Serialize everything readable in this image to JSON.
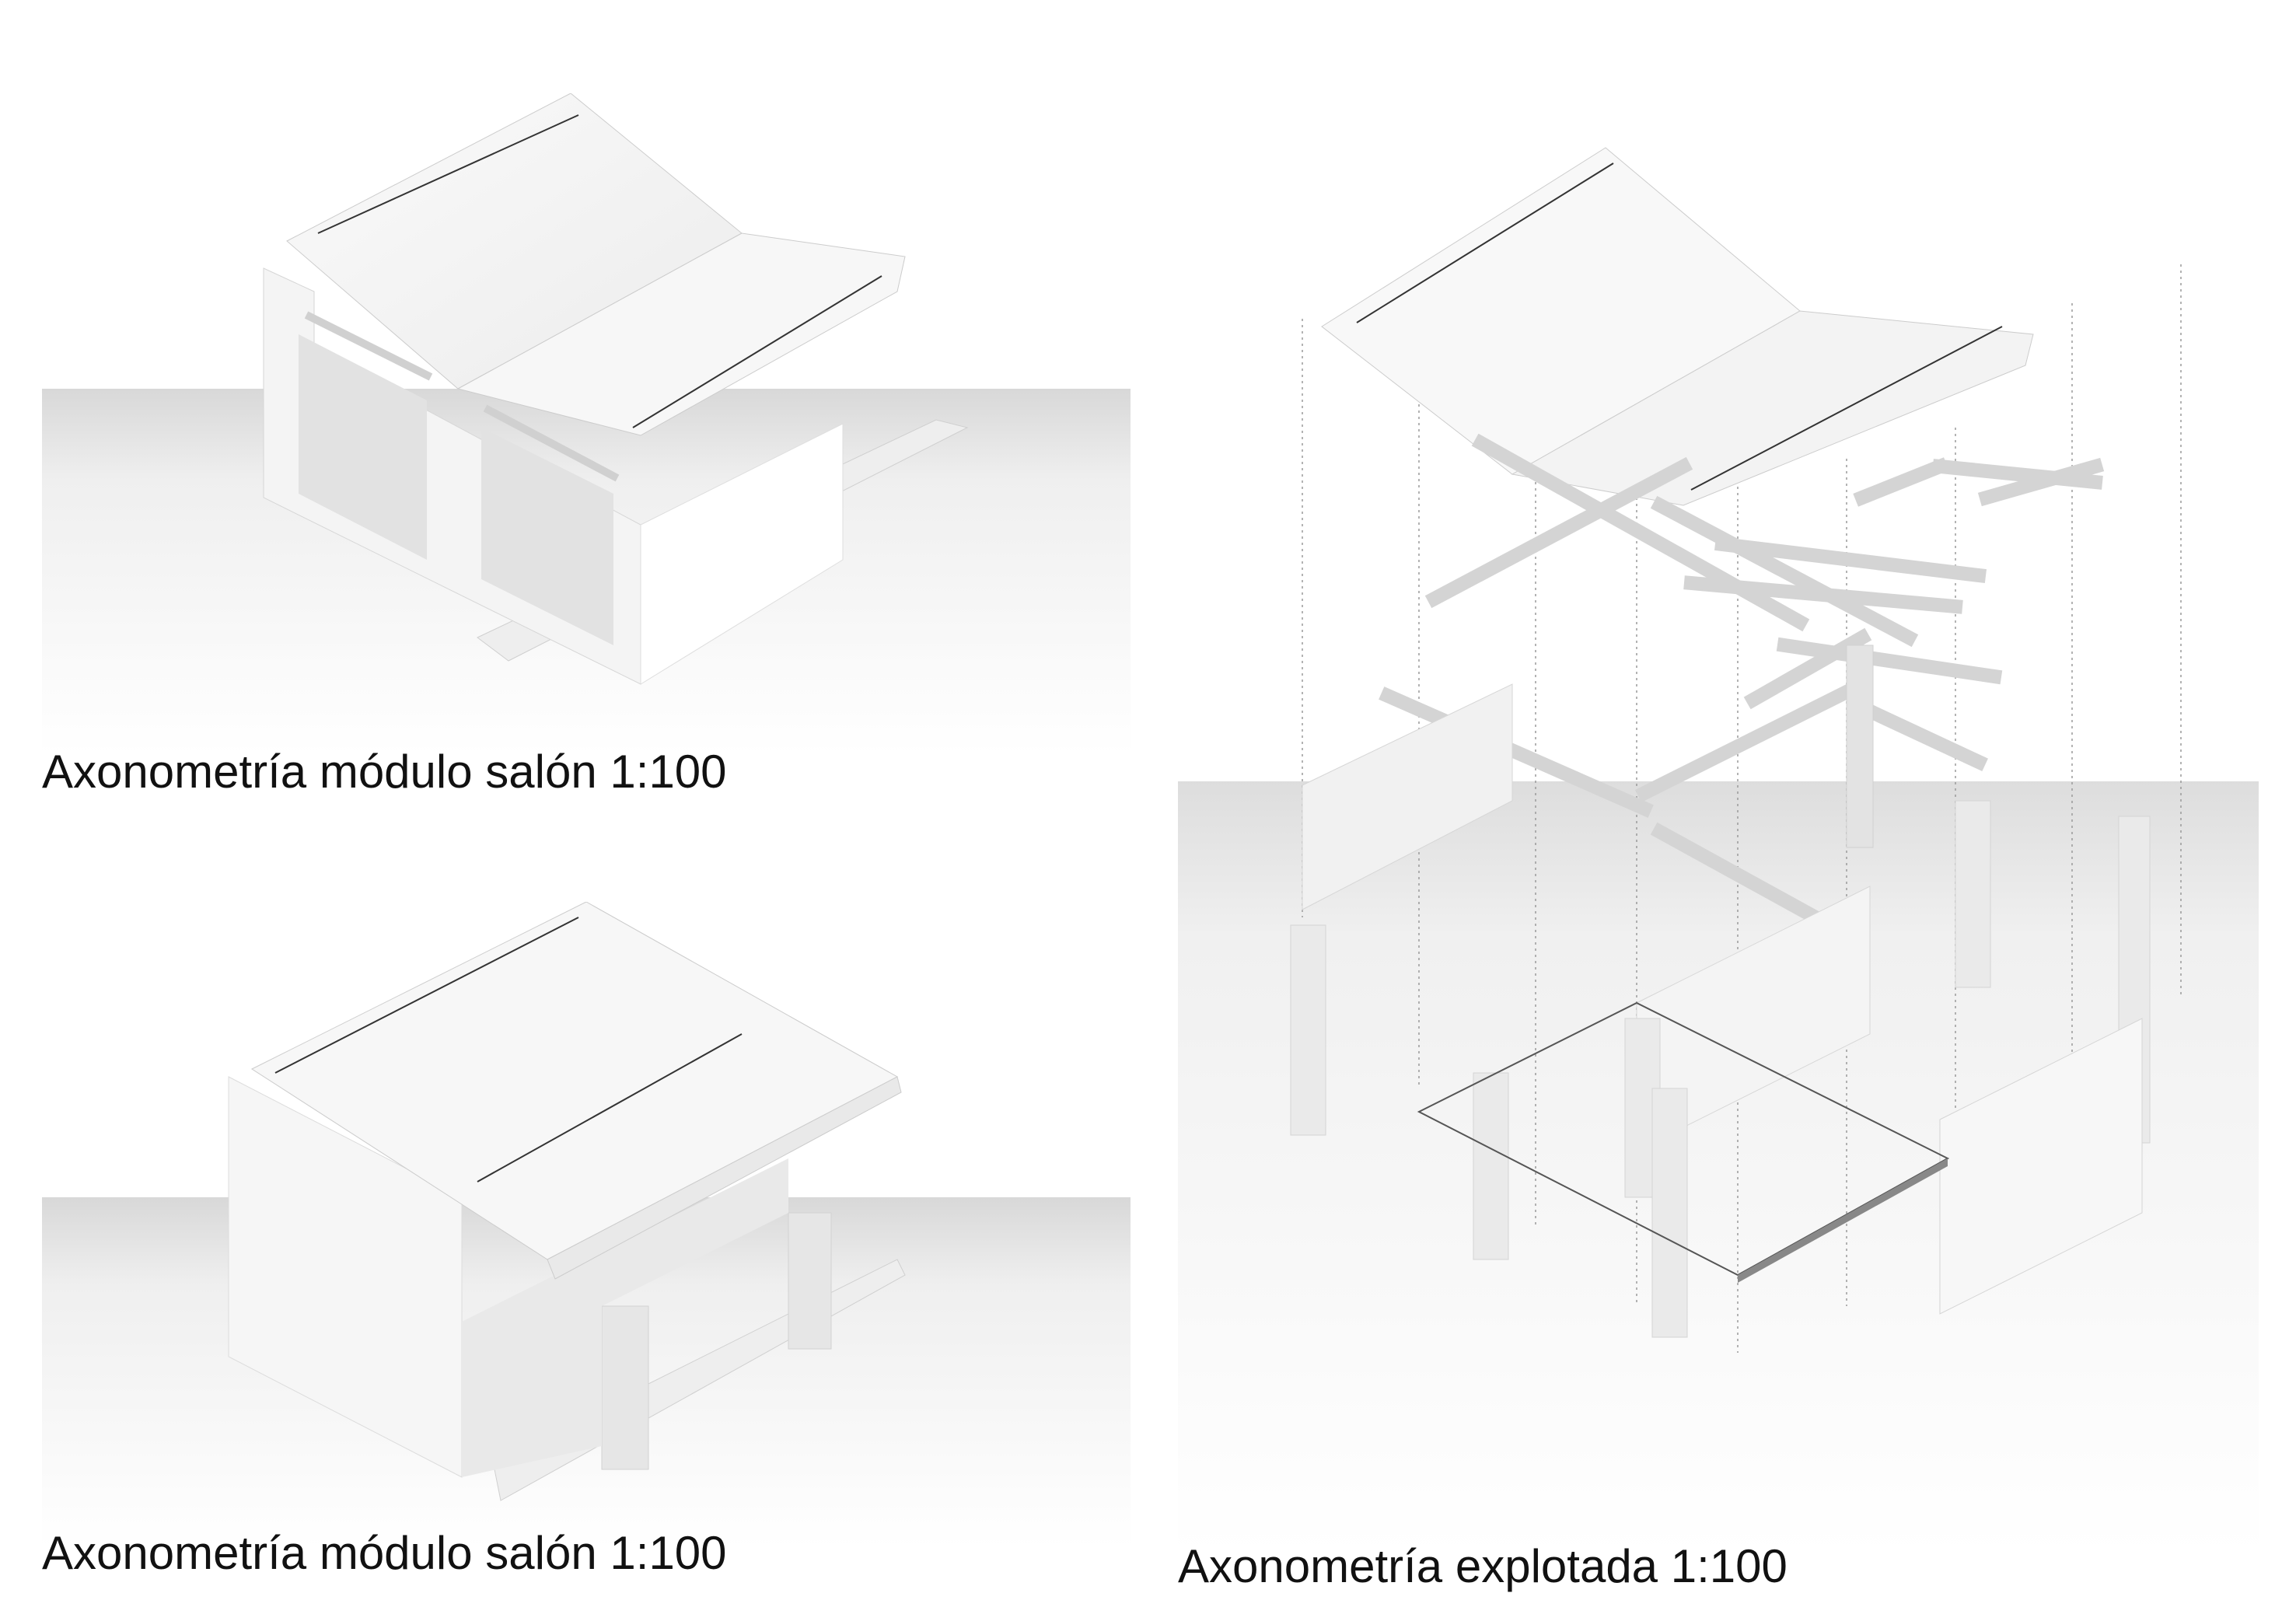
{
  "captions": {
    "top_left": "Axonometría módulo salón 1:100",
    "bottom_left": "Axonometría módulo salón 1:100",
    "right": "Axonometría explotada 1:100"
  },
  "colors": {
    "background": "#ffffff",
    "caption_text": "#111111",
    "surface_light": "#ffffff",
    "surface_mid": "#f2f2f2",
    "surface_dark": "#dcdcdc",
    "edge_line": "#333333",
    "guide_line": "#9a9a9a"
  }
}
